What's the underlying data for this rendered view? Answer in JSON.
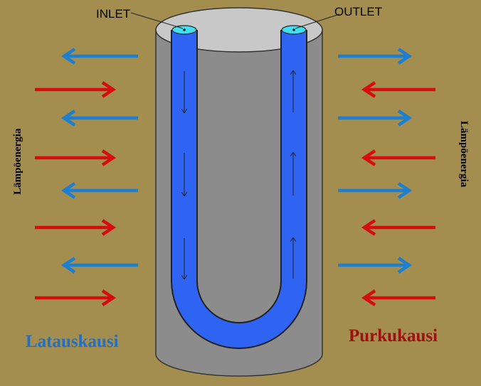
{
  "labels": {
    "inlet": "INLET",
    "outlet": "OUTLET",
    "charging_season": "Latauskausi",
    "discharging_season": "Purkukausi",
    "heat_energy_left": "Lämpöenergia",
    "heat_energy_right": "Lämpöenergia"
  },
  "colors": {
    "background": "#A38E4F",
    "borehole_body": "#8C8C8C",
    "borehole_top": "#C8C8C8",
    "pipe": "#2F63F2",
    "pipe_opening": "#40E0F0",
    "cold_arrow": "#1D7FCF",
    "warm_arrow": "#D50D0D",
    "charging_text": "#2070C8",
    "discharging_text": "#A01010"
  },
  "arrows": {
    "left": [
      "cold-outward",
      "warm-inward",
      "cold-outward",
      "warm-inward",
      "cold-outward",
      "warm-inward",
      "cold-outward",
      "warm-inward"
    ],
    "right": [
      "cold-outward",
      "warm-inward",
      "cold-outward",
      "warm-inward",
      "cold-outward",
      "warm-inward",
      "cold-outward",
      "warm-inward"
    ]
  },
  "flow": {
    "down_leg": "down",
    "up_leg": "up"
  }
}
